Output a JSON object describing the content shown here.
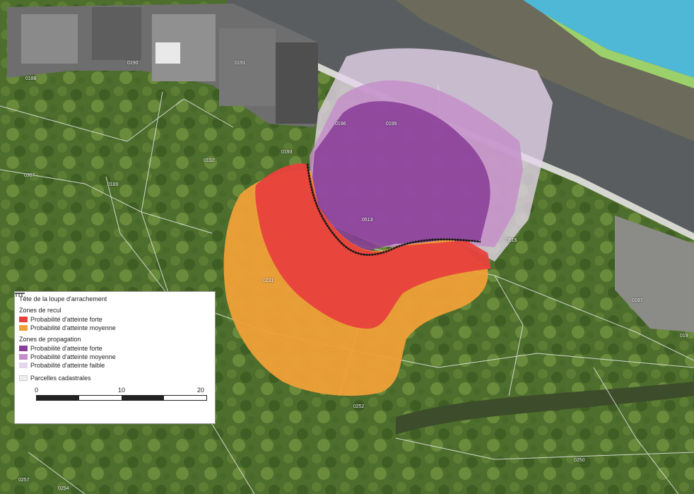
{
  "legend": {
    "scarp_label": "Tête de la loupe d'arrachement",
    "recul_title": "Zones de recul",
    "recul_items": [
      {
        "label": "Probabilité d'atteinte forte",
        "color": "#e8413c"
      },
      {
        "label": "Probabilité d'atteinte moyenne",
        "color": "#f0a038"
      }
    ],
    "propagation_title": "Zones de propagation",
    "propagation_items": [
      {
        "label": "Probabilité d'atteinte forte",
        "color": "#8a3f98"
      },
      {
        "label": "Probabilité d'atteinte moyenne",
        "color": "#c48fc8"
      },
      {
        "label": "Probabilité d'atteinte faible",
        "color": "#e6d6ec"
      }
    ],
    "parcels_label": "Parcelles cadastrales",
    "scale": {
      "min": "0",
      "mid": "10",
      "max": "20 m"
    }
  },
  "parcels": [
    {
      "id": "0188"
    },
    {
      "id": "0190"
    },
    {
      "id": "0191"
    },
    {
      "id": "0367"
    },
    {
      "id": "0189"
    },
    {
      "id": "0192"
    },
    {
      "id": "0193"
    },
    {
      "id": "0196"
    },
    {
      "id": "0195"
    },
    {
      "id": "0513"
    },
    {
      "id": "0515"
    },
    {
      "id": "0231"
    },
    {
      "id": "0187"
    },
    {
      "id": "0252"
    },
    {
      "id": "0250"
    },
    {
      "id": "0257"
    },
    {
      "id": "0254"
    },
    {
      "id": "019"
    }
  ],
  "colors": {
    "recul_forte": "#e8413c",
    "recul_moyenne": "#f0a038",
    "prop_forte": "#8a3f98",
    "prop_moyenne": "#c48fc8",
    "prop_faible": "#e6d6ec"
  }
}
